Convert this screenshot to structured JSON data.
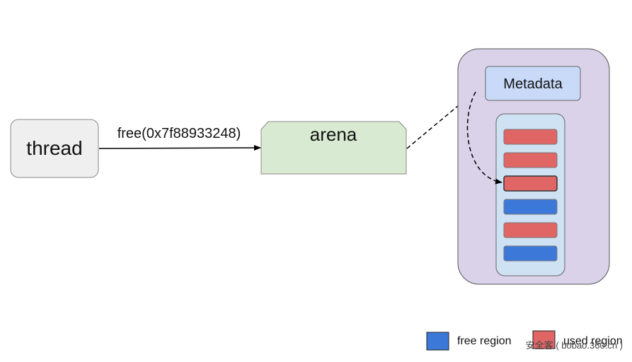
{
  "diagram": {
    "thread_label": "thread",
    "call_label": "free(0x7f88933248)",
    "arena_label": "arena",
    "metadata_label": "Metadata",
    "regions": [
      "used",
      "used",
      "used",
      "free",
      "used",
      "free"
    ]
  },
  "legend": {
    "free_label": "free region",
    "used_label": "used region"
  },
  "watermark": "安全客 ( bobao.360.cn )",
  "colors": {
    "thread_fill": "#efefef",
    "arena_fill": "#d9ead3",
    "container_fill": "#d9d2e9",
    "metadata_fill": "#c9daf8",
    "column_fill": "#cfe2f3",
    "used": "#e06666",
    "free": "#3c78d8"
  }
}
